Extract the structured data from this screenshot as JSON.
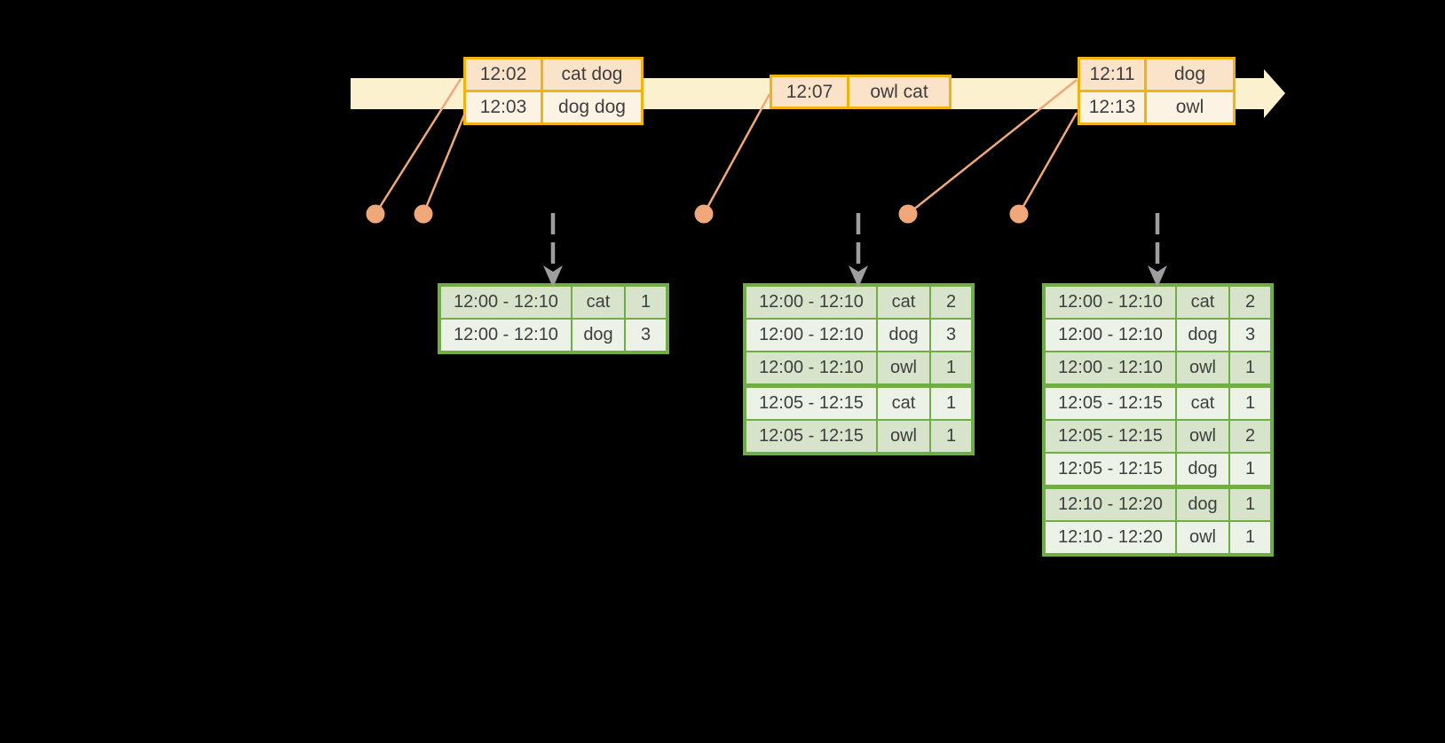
{
  "event_tables": [
    {
      "rows": [
        {
          "time": "12:02",
          "words": "cat dog"
        },
        {
          "time": "12:03",
          "words": "dog dog"
        }
      ]
    },
    {
      "rows": [
        {
          "time": "12:07",
          "words": "owl cat"
        }
      ]
    },
    {
      "rows": [
        {
          "time": "12:11",
          "words": "dog"
        },
        {
          "time": "12:13",
          "words": "owl"
        }
      ]
    }
  ],
  "result_tables": [
    {
      "rows": [
        {
          "window": "12:00 - 12:10",
          "word": "cat",
          "count": "1"
        },
        {
          "window": "12:00 - 12:10",
          "word": "dog",
          "count": "3"
        }
      ]
    },
    {
      "rows": [
        {
          "window": "12:00 - 12:10",
          "word": "cat",
          "count": "2"
        },
        {
          "window": "12:00 - 12:10",
          "word": "dog",
          "count": "3"
        },
        {
          "window": "12:00 - 12:10",
          "word": "owl",
          "count": "1"
        },
        {
          "window": "12:05 - 12:15",
          "word": "cat",
          "count": "1"
        },
        {
          "window": "12:05 - 12:15",
          "word": "owl",
          "count": "1"
        }
      ]
    },
    {
      "rows": [
        {
          "window": "12:00 - 12:10",
          "word": "cat",
          "count": "2"
        },
        {
          "window": "12:00 - 12:10",
          "word": "dog",
          "count": "3"
        },
        {
          "window": "12:00 - 12:10",
          "word": "owl",
          "count": "1"
        },
        {
          "window": "12:05 - 12:15",
          "word": "cat",
          "count": "1"
        },
        {
          "window": "12:05 - 12:15",
          "word": "owl",
          "count": "2"
        },
        {
          "window": "12:05 - 12:15",
          "word": "dog",
          "count": "1"
        },
        {
          "window": "12:10 - 12:20",
          "word": "dog",
          "count": "1"
        },
        {
          "window": "12:10 - 12:20",
          "word": "owl",
          "count": "1"
        }
      ]
    }
  ],
  "colors": {
    "background": "#000000",
    "timeline_band": "#FBF1CE",
    "event_border": "#F0B310",
    "event_row_dark": "#FAE3C9",
    "event_row_light": "#FDF3E4",
    "result_border": "#70AD47",
    "result_row_dark": "#D7E3CA",
    "result_row_light": "#EDF2E8",
    "dot": "#F0A87A",
    "trigger_arrow": "#9E9E9E",
    "table_text": "#3E3E3E"
  }
}
